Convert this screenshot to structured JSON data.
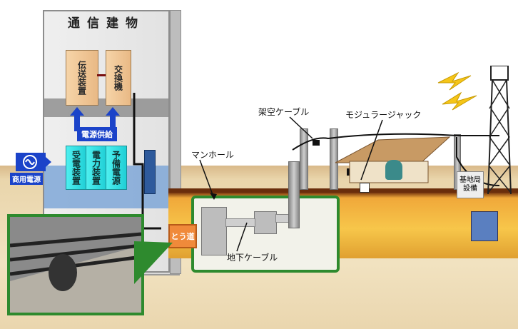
{
  "building": {
    "title": "通信建物"
  },
  "equipment": {
    "transmission": "伝送装置",
    "exchange": "交換機",
    "power_supply": "電源供給",
    "receiving": "受電装置",
    "power_unit": "電力装置",
    "backup_power": "予備電源",
    "commercial_power": "商用電源"
  },
  "labels": {
    "manhole": "マンホール",
    "aerial_cable": "架空ケーブル",
    "modular_jack": "モジュラージャック",
    "tunnel": "とう道",
    "underground_cable": "地下ケーブル",
    "base_station": "基地局設備"
  },
  "colors": {
    "accent_blue": "#1b43c9",
    "cyan": "#1fcfd6",
    "orange": "#f08a3a",
    "green_border": "#2e8a2e"
  }
}
